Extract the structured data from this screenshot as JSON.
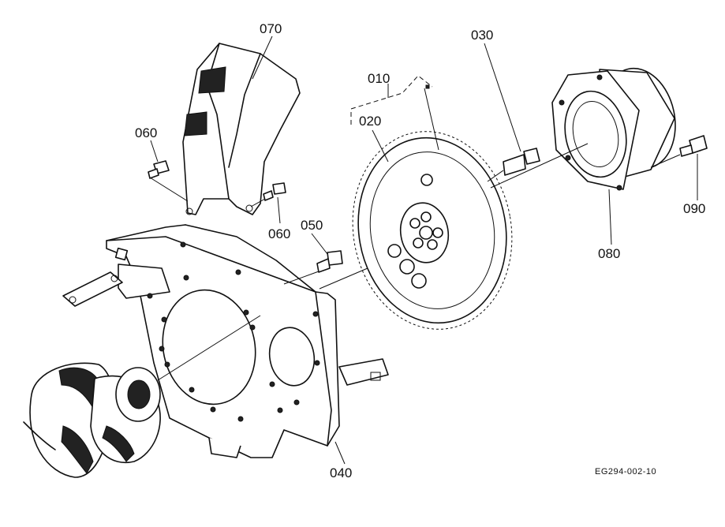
{
  "labels": {
    "p010": "010",
    "p020": "020",
    "p030": "030",
    "p040": "040",
    "p050": "050",
    "p060a": "060",
    "p060b": "060",
    "p070": "070",
    "p080": "080",
    "p090": "090"
  },
  "reference_code": "EG294-002-10"
}
